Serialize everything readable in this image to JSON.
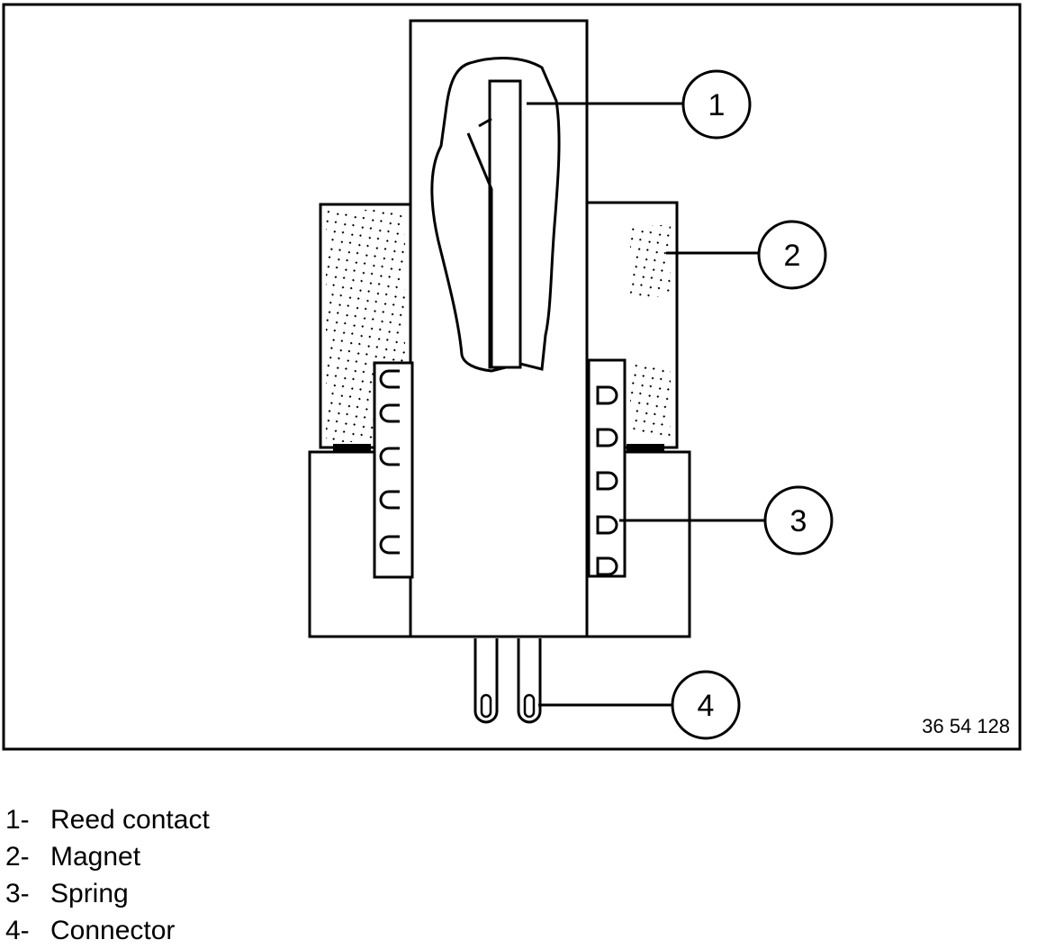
{
  "figure": {
    "figure_number": "36 54 128",
    "callouts": [
      {
        "number": "1",
        "part": "reed-contact"
      },
      {
        "number": "2",
        "part": "magnet"
      },
      {
        "number": "3",
        "part": "spring"
      },
      {
        "number": "4",
        "part": "connector"
      }
    ]
  },
  "legend": [
    {
      "number": "1-",
      "label": "Reed contact"
    },
    {
      "number": "2-",
      "label": "Magnet"
    },
    {
      "number": "3-",
      "label": "Spring"
    },
    {
      "number": "4-",
      "label": "Connector"
    }
  ]
}
